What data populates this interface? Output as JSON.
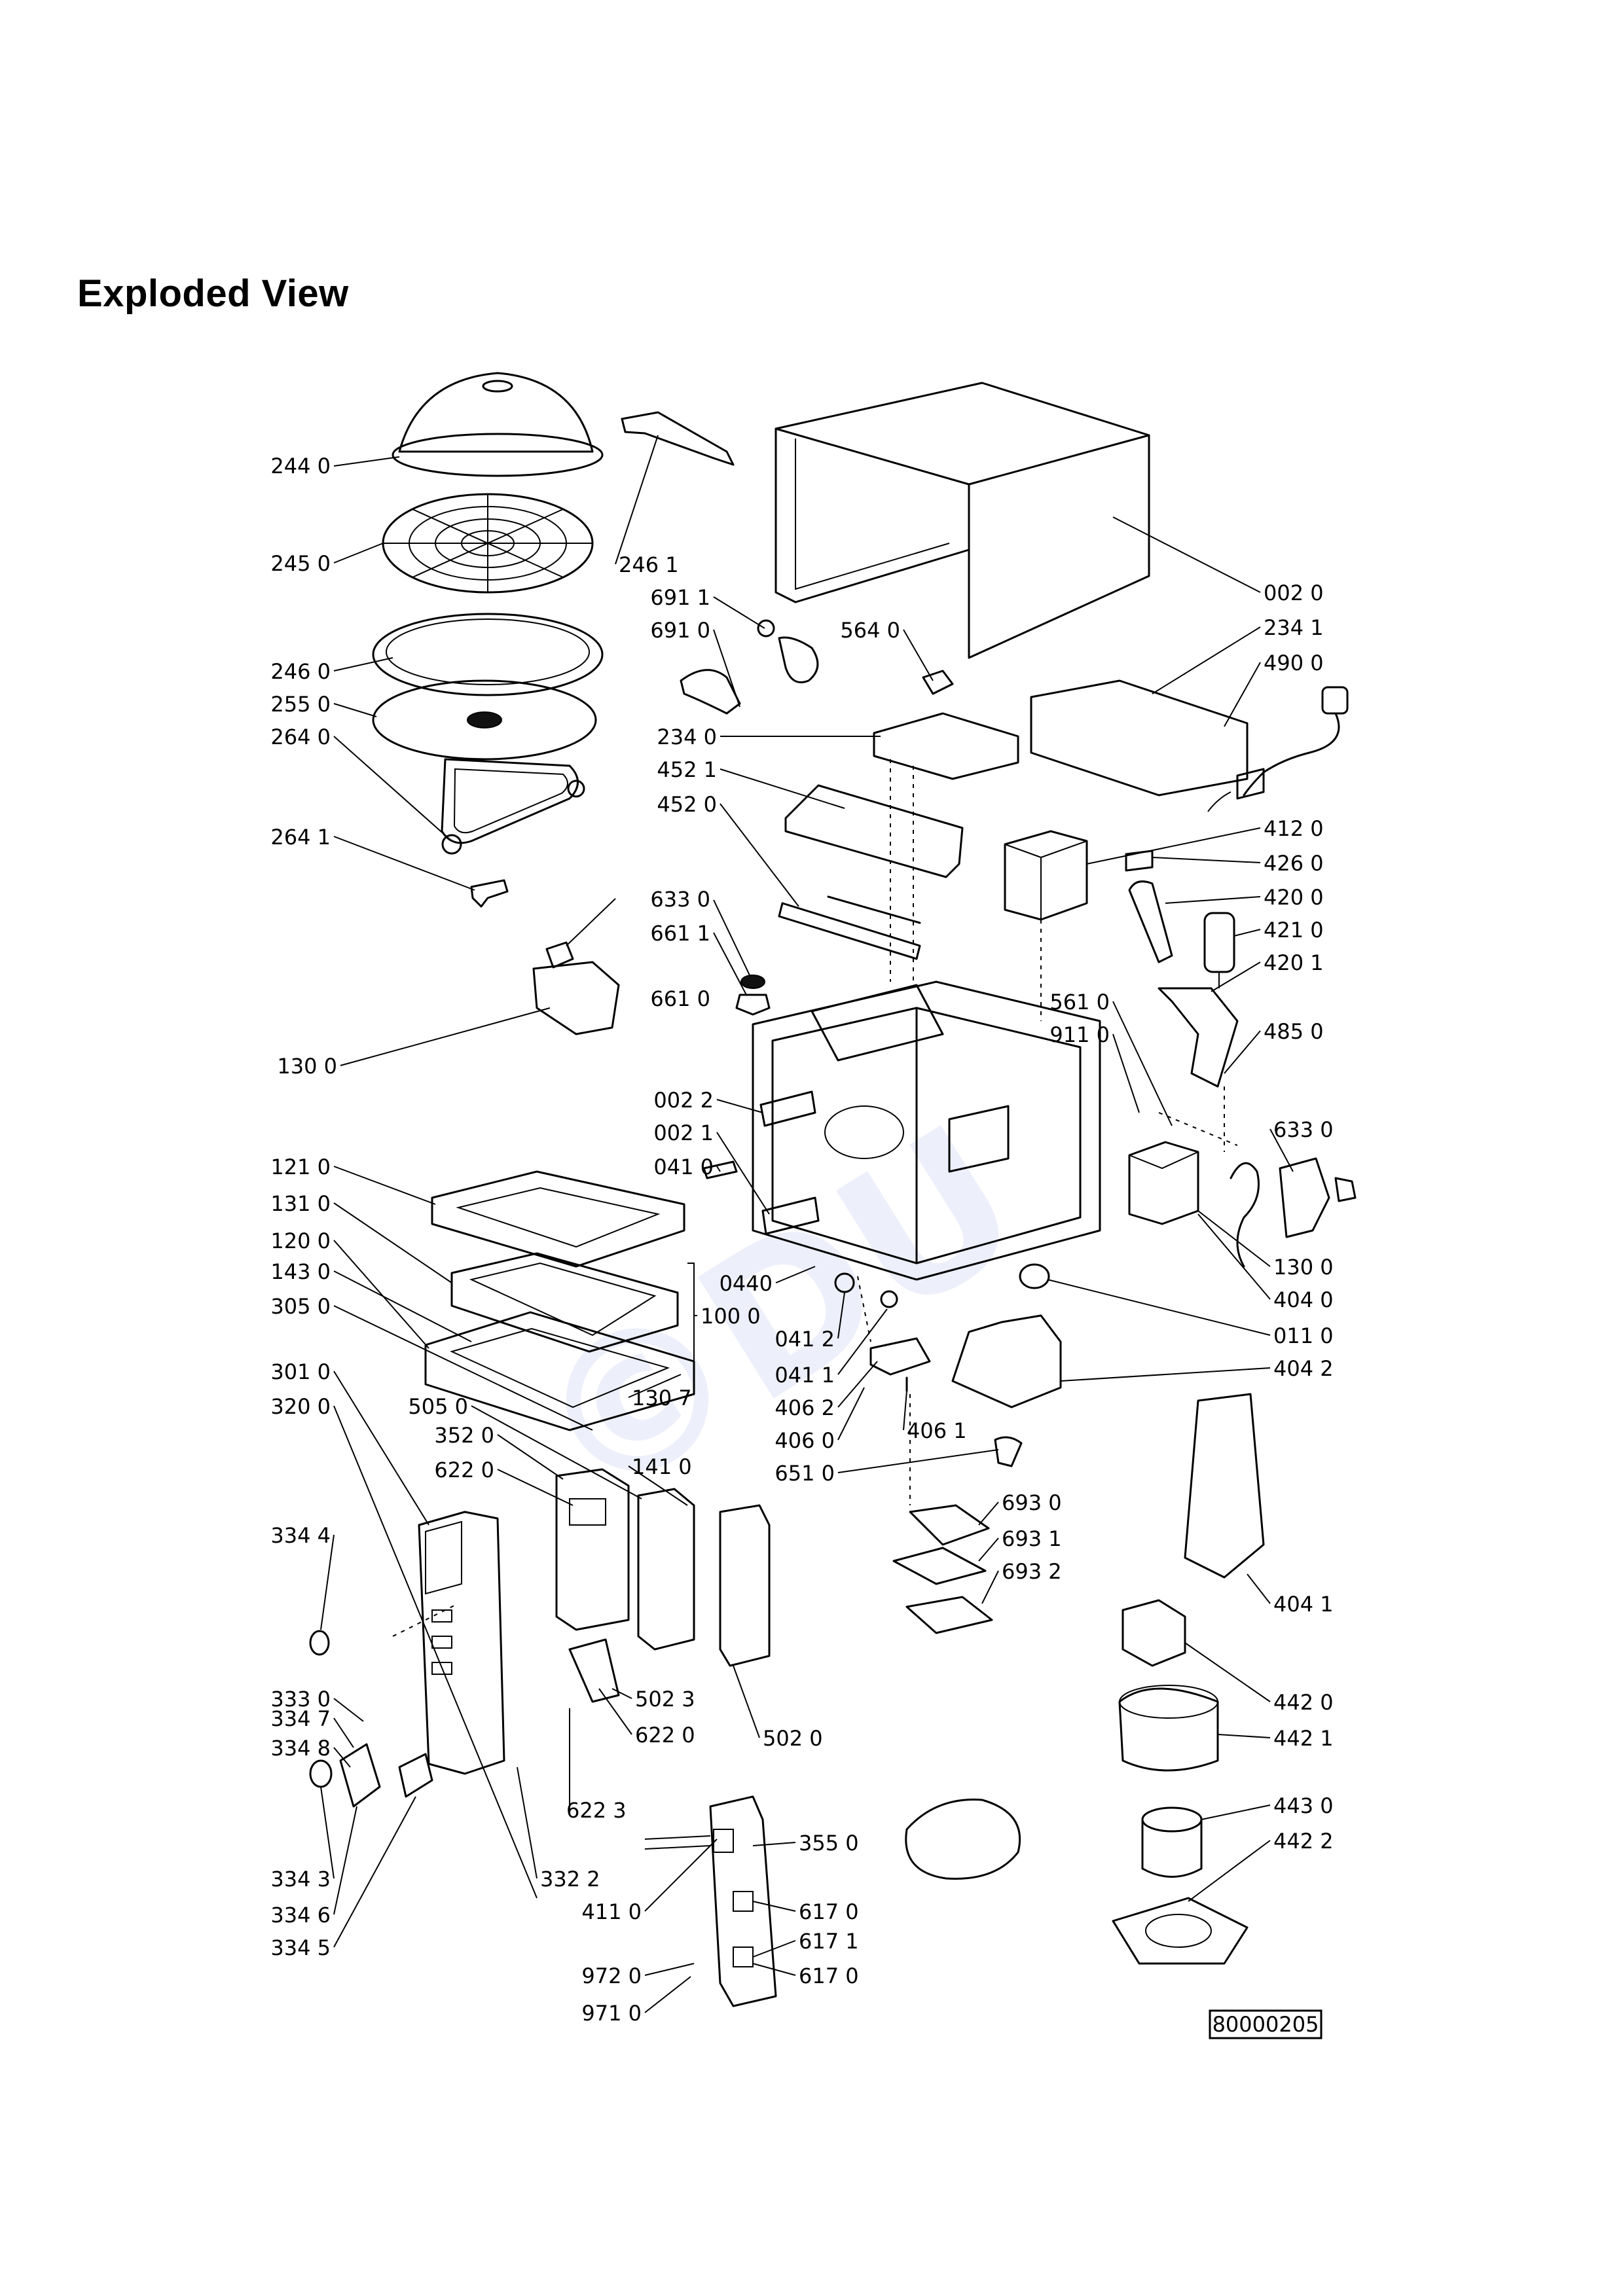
{
  "title": "Exploded View",
  "watermark": "©DU",
  "reference": "80000205",
  "labels": [
    {
      "text": "244 0",
      "anchor": "end"
    },
    {
      "text": "245 0",
      "anchor": "end"
    },
    {
      "text": "246 0",
      "anchor": "end"
    },
    {
      "text": "255 0",
      "anchor": "end"
    },
    {
      "text": "264 0",
      "anchor": "end"
    },
    {
      "text": "264 1",
      "anchor": "end"
    },
    {
      "text": "246 1",
      "anchor": "start"
    },
    {
      "text": "691 1",
      "anchor": "end"
    },
    {
      "text": "691 0",
      "anchor": "end"
    },
    {
      "text": "564 0",
      "anchor": "end"
    },
    {
      "text": "002 0",
      "anchor": "start"
    },
    {
      "text": "234 1",
      "anchor": "start"
    },
    {
      "text": "490 0",
      "anchor": "start"
    },
    {
      "text": "234 0",
      "anchor": "end"
    },
    {
      "text": "452 1",
      "anchor": "end"
    },
    {
      "text": "452 0",
      "anchor": "end"
    },
    {
      "text": "412 0",
      "anchor": "start"
    },
    {
      "text": "426 0",
      "anchor": "start"
    },
    {
      "text": "420 0",
      "anchor": "start"
    },
    {
      "text": "421 0",
      "anchor": "start"
    },
    {
      "text": "420 1",
      "anchor": "start"
    },
    {
      "text": "633 0",
      "anchor": "end"
    },
    {
      "text": "661 1",
      "anchor": "end"
    },
    {
      "text": "661 0",
      "anchor": "end"
    },
    {
      "text": "130 0",
      "anchor": "end"
    },
    {
      "text": "561 0",
      "anchor": "end"
    },
    {
      "text": "911 0",
      "anchor": "end"
    },
    {
      "text": "485 0",
      "anchor": "start"
    },
    {
      "text": "002 2",
      "anchor": "end"
    },
    {
      "text": "002 1",
      "anchor": "end"
    },
    {
      "text": "041 0",
      "anchor": "end"
    },
    {
      "text": "633 0",
      "anchor": "start"
    },
    {
      "text": "121 0",
      "anchor": "end"
    },
    {
      "text": "131 0",
      "anchor": "end"
    },
    {
      "text": "120 0",
      "anchor": "end"
    },
    {
      "text": "143 0",
      "anchor": "end"
    },
    {
      "text": "305 0",
      "anchor": "end"
    },
    {
      "text": "0440",
      "anchor": "end"
    },
    {
      "text": "100 0",
      "anchor": "start"
    },
    {
      "text": "130 0",
      "anchor": "start"
    },
    {
      "text": "404 0",
      "anchor": "start"
    },
    {
      "text": "011 0",
      "anchor": "start"
    },
    {
      "text": "041 2",
      "anchor": "end"
    },
    {
      "text": "041 1",
      "anchor": "end"
    },
    {
      "text": "406 2",
      "anchor": "end"
    },
    {
      "text": "404 2",
      "anchor": "start"
    },
    {
      "text": "301 0",
      "anchor": "end"
    },
    {
      "text": "130 7",
      "anchor": "start"
    },
    {
      "text": "406 0",
      "anchor": "end"
    },
    {
      "text": "406 1",
      "anchor": "start"
    },
    {
      "text": "320 0",
      "anchor": "end"
    },
    {
      "text": "505 0",
      "anchor": "end"
    },
    {
      "text": "141 0",
      "anchor": "start"
    },
    {
      "text": "651 0",
      "anchor": "end"
    },
    {
      "text": "352 0",
      "anchor": "end"
    },
    {
      "text": "622 0",
      "anchor": "end"
    },
    {
      "text": "693 0",
      "anchor": "start"
    },
    {
      "text": "334 4",
      "anchor": "end"
    },
    {
      "text": "693 1",
      "anchor": "start"
    },
    {
      "text": "693 2",
      "anchor": "start"
    },
    {
      "text": "404 1",
      "anchor": "start"
    },
    {
      "text": "442 0",
      "anchor": "start"
    },
    {
      "text": "333 0",
      "anchor": "end"
    },
    {
      "text": "502 3",
      "anchor": "start"
    },
    {
      "text": "334 7",
      "anchor": "end"
    },
    {
      "text": "622 0",
      "anchor": "start"
    },
    {
      "text": "502 0",
      "anchor": "start"
    },
    {
      "text": "442 1",
      "anchor": "start"
    },
    {
      "text": "334 8",
      "anchor": "end"
    },
    {
      "text": "443 0",
      "anchor": "start"
    },
    {
      "text": "622 3",
      "anchor": "start"
    },
    {
      "text": "355 0",
      "anchor": "start"
    },
    {
      "text": "442 2",
      "anchor": "start"
    },
    {
      "text": "334 3",
      "anchor": "end"
    },
    {
      "text": "332 2",
      "anchor": "start"
    },
    {
      "text": "411 0",
      "anchor": "end"
    },
    {
      "text": "617 0",
      "anchor": "start"
    },
    {
      "text": "334 6",
      "anchor": "end"
    },
    {
      "text": "617 1",
      "anchor": "start"
    },
    {
      "text": "334 5",
      "anchor": "end"
    },
    {
      "text": "972 0",
      "anchor": "end"
    },
    {
      "text": "617 0",
      "anchor": "start"
    },
    {
      "text": "971 0",
      "anchor": "end"
    }
  ]
}
